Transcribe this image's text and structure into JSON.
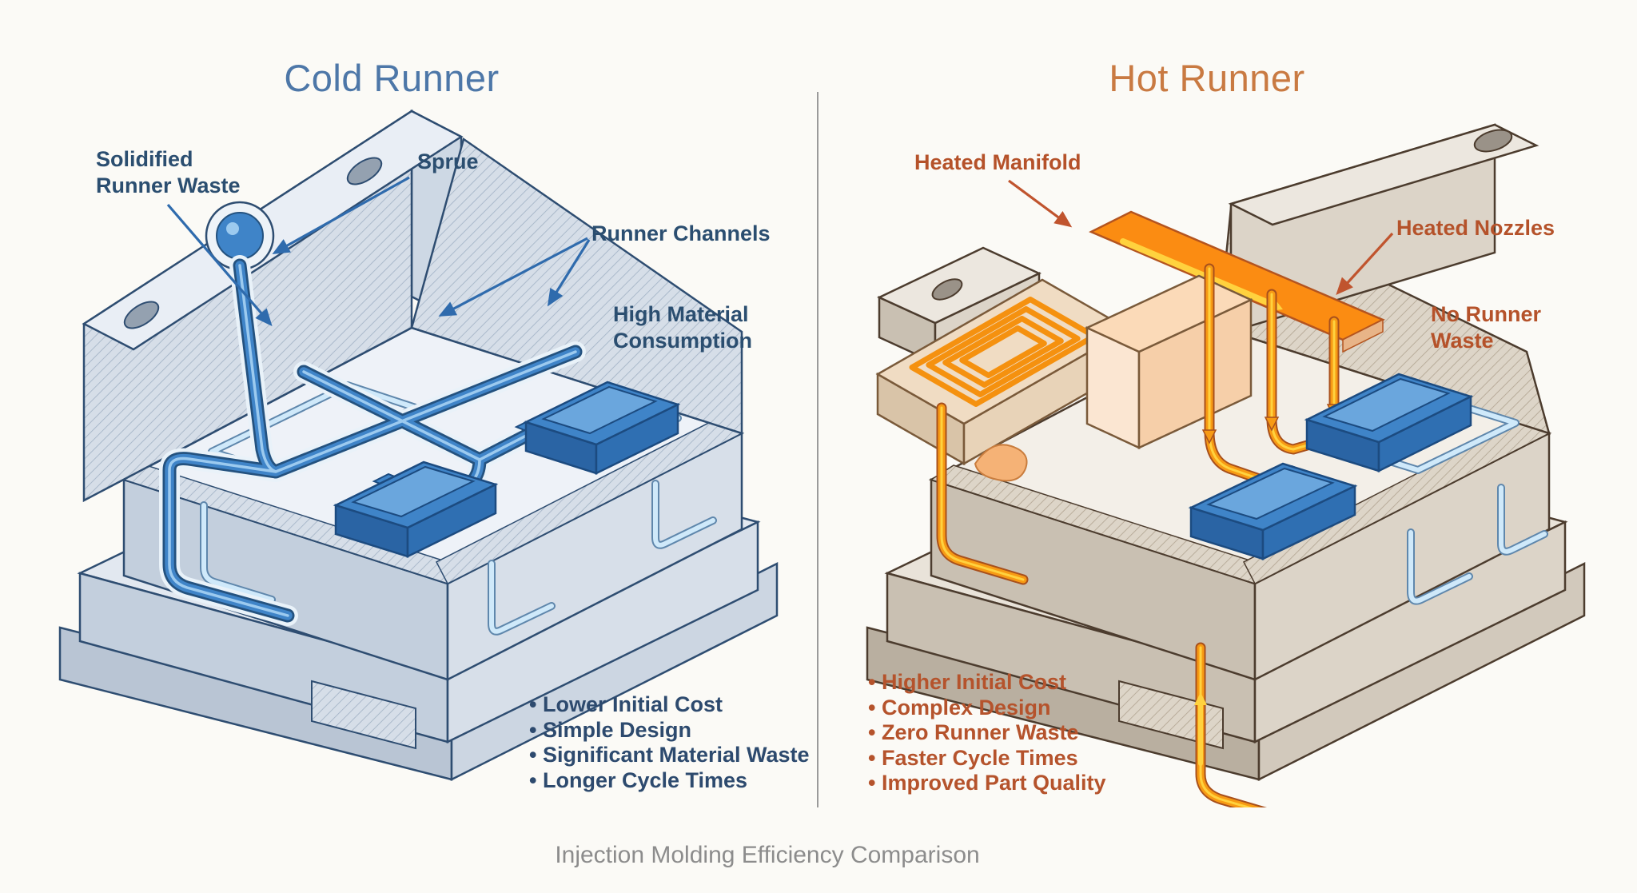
{
  "cold": {
    "title": "Cold Runner",
    "callouts": [
      {
        "text": "Solidified\nRunner Waste"
      },
      {
        "text": "Sprue"
      },
      {
        "text": "Runner Channels"
      },
      {
        "text": "High Material\nConsumption"
      }
    ],
    "bullets": [
      "Lower Initial Cost",
      "Simple Design",
      "Significant Material Waste",
      "Longer Cycle Times"
    ],
    "colors": {
      "title": "#4d77a8",
      "label": "#2b4e70",
      "arrow": "#2f6bad",
      "plastic": "#3f84c8",
      "cooling": "#cfe9fa",
      "mold_body": "#d7dfe9",
      "outline": "#2e4d71"
    }
  },
  "hot": {
    "title": "Hot Runner",
    "callouts": [
      {
        "text": "Heated Manifold"
      },
      {
        "text": "Heated Nozzles"
      },
      {
        "text": "No Runner\nWaste"
      }
    ],
    "bullets": [
      "Higher Initial Cost",
      "Complex Design",
      "Zero Runner Waste",
      "Faster Cycle Times",
      "Improved Part Quality"
    ],
    "colors": {
      "title": "#c97a42",
      "label": "#b5522a",
      "arrow": "#c0542e",
      "melt": "#f79a14",
      "melt_glow": "#ffd23e",
      "manifold": "#f6cfa9",
      "mold_body": "#ddd5c8",
      "outline": "#4c3c2e"
    }
  },
  "caption": {
    "text": "Injection Molding Efficiency Comparison",
    "color": "#8c8c8c"
  },
  "divider_color": "#9a9a9a",
  "background": "#fbfaf6"
}
